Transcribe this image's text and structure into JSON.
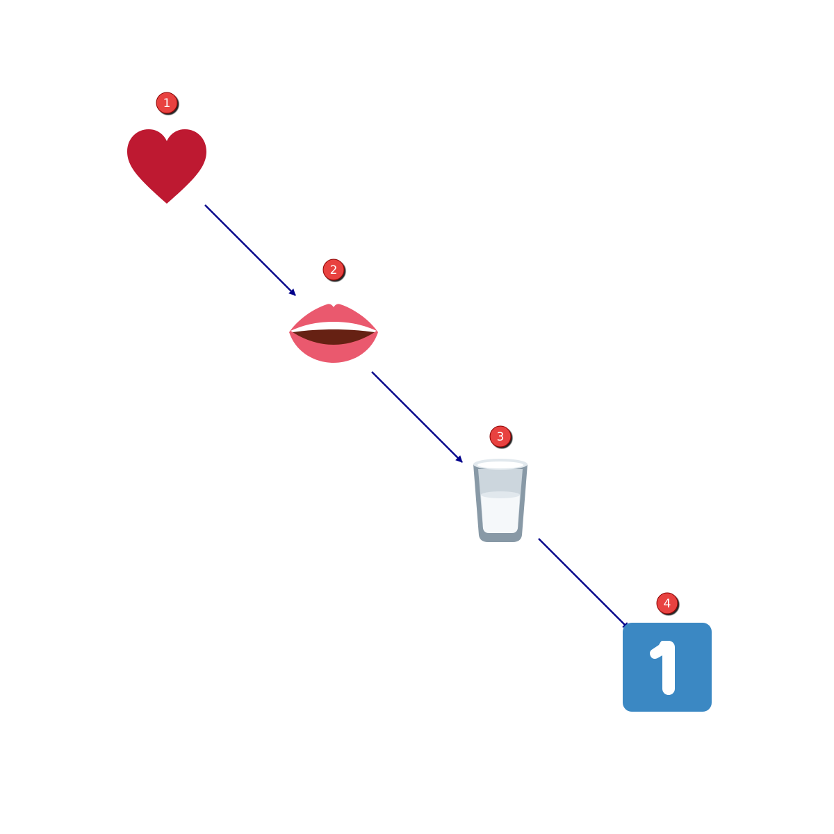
{
  "diagram": {
    "type": "emoji-sequence",
    "steps": [
      {
        "number": "1",
        "icon": "red-heart-icon",
        "color": "#be1931"
      },
      {
        "number": "2",
        "icon": "mouth-icon",
        "color": "#ea596e"
      },
      {
        "number": "3",
        "icon": "glass-of-milk-icon",
        "color": "#ccd6dd"
      },
      {
        "number": "4",
        "icon": "keycap-digit-one-icon",
        "color": "#3b88c3",
        "glyph": "1"
      }
    ],
    "edges": [
      {
        "from": "1",
        "to": "2"
      },
      {
        "from": "2",
        "to": "3"
      },
      {
        "from": "3",
        "to": "4"
      }
    ],
    "colors": {
      "arrow": "#00008b",
      "badge_fill": "#e8423f",
      "badge_stroke": "#8b0000"
    }
  }
}
